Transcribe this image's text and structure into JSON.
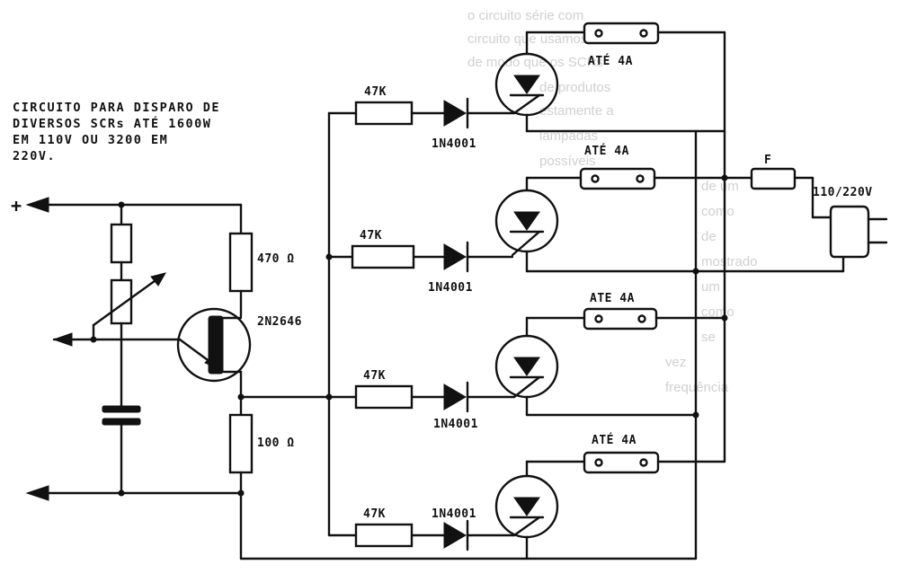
{
  "title_lines": [
    "CIRCUITO PARA DISPARO DE",
    "DIVERSOS SCRs ATÉ 1600W",
    "EM 110V OU 3200 EM",
    "220V."
  ],
  "labels": {
    "plus": "+",
    "r_470": "470 Ω",
    "ujt": "2N2646",
    "r_100": "100 Ω",
    "fuse": "F",
    "mains": "110/220V"
  },
  "channels": [
    {
      "resistor": "47K",
      "diode": "1N4001",
      "load": "ATÉ 4A"
    },
    {
      "resistor": "47K",
      "diode": "1N4001",
      "load": "ATÉ 4A"
    },
    {
      "resistor": "47K",
      "diode": "1N4001",
      "load": "ATE 4A"
    },
    {
      "resistor": "47K",
      "diode": "1N4001",
      "load": "ATÉ 4A"
    }
  ],
  "colors": {
    "ink": "#111111",
    "paper": "#ffffff"
  }
}
